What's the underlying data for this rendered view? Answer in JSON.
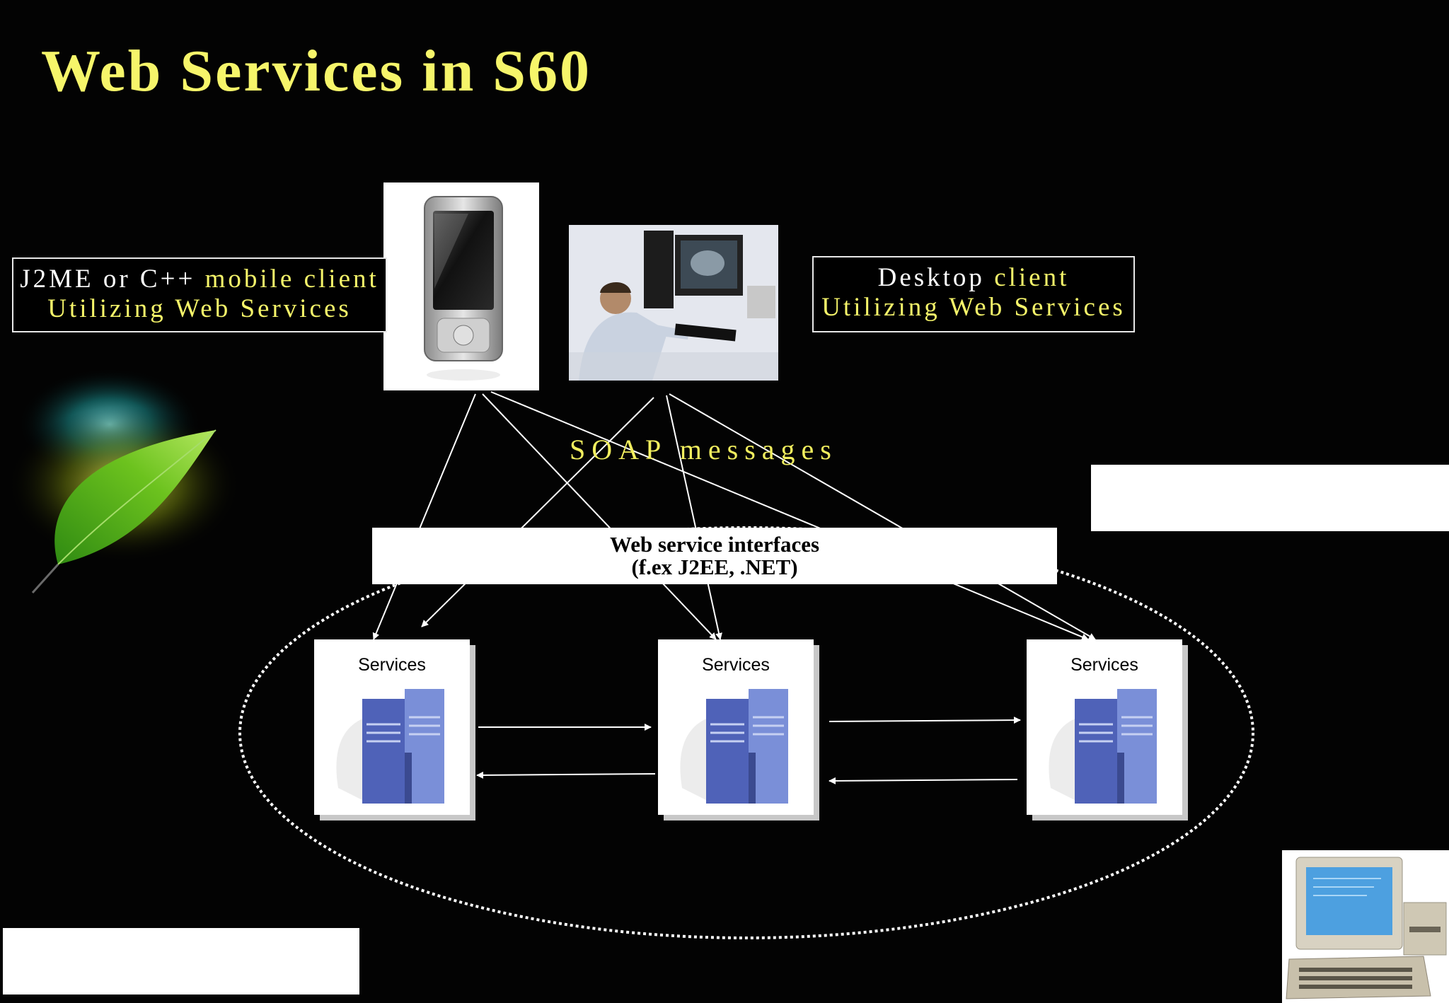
{
  "title": "Web Services in S60",
  "mobile_client": {
    "line1_white": "J2ME or C++",
    "line1_yellow": " mobile client",
    "line2": "Utilizing Web Services"
  },
  "desktop_client": {
    "line1_white": "Desktop",
    "line1_yellow": " client",
    "line2": "Utilizing Web Services"
  },
  "soap_label": "SOAP messages",
  "interfaces": {
    "line1": "Web service interfaces",
    "line2": "(f.ex J2EE, .NET)"
  },
  "servers": [
    {
      "label": "Services"
    },
    {
      "label": "Services"
    },
    {
      "label": "Services"
    }
  ],
  "colors": {
    "background": "#030303",
    "title": "#f6f56a",
    "accent_text": "#f6f56a",
    "box_border": "#e8e8e8"
  },
  "icons": [
    "mobile-phone-icon",
    "desktop-user-icon",
    "server-icon",
    "leaf-icon",
    "retro-computer-icon"
  ]
}
